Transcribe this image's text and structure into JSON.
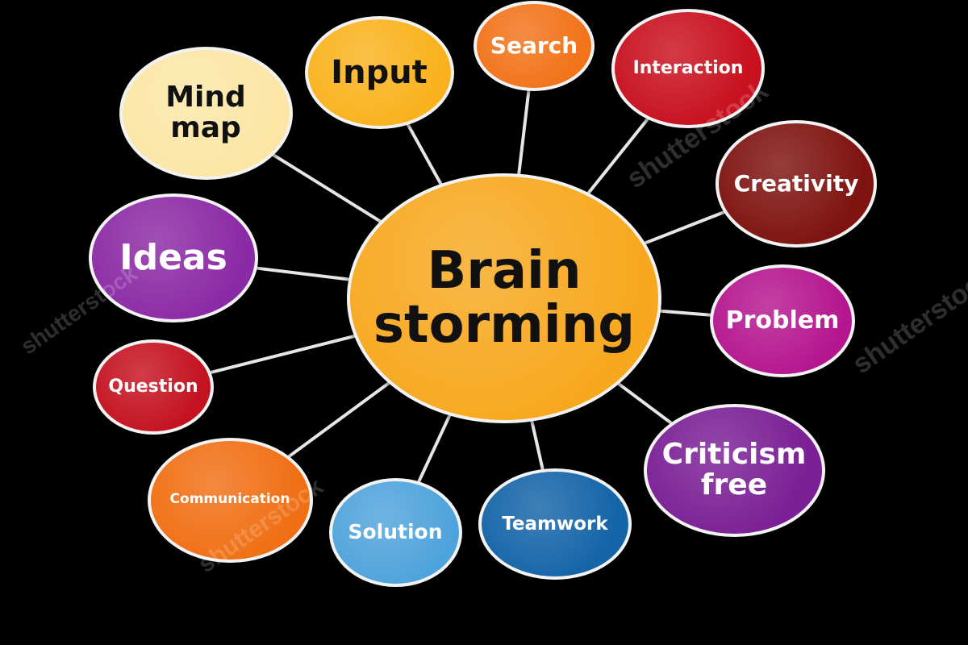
{
  "diagram": {
    "center": {
      "label": "Brain\nstorming",
      "color": "#f7a81f"
    },
    "nodes": [
      {
        "id": "mind-map",
        "label": "Mind\nmap",
        "color": "#fbe6a6",
        "text_color": "#111111"
      },
      {
        "id": "input",
        "label": "Input",
        "color": "#f9b21d",
        "text_color": "#111111"
      },
      {
        "id": "search",
        "label": "Search",
        "color": "#f2731a",
        "text_color": "#ffffff"
      },
      {
        "id": "interaction",
        "label": "Interaction",
        "color": "#c8101e",
        "text_color": "#ffffff"
      },
      {
        "id": "creativity",
        "label": "Creativity",
        "color": "#7e1310",
        "text_color": "#ffffff"
      },
      {
        "id": "problem",
        "label": "Problem",
        "color": "#b5168f",
        "text_color": "#ffffff"
      },
      {
        "id": "criticism-free",
        "label": "Criticism\nfree",
        "color": "#7a1f95",
        "text_color": "#ffffff"
      },
      {
        "id": "teamwork",
        "label": "Teamwork",
        "color": "#1464a8",
        "text_color": "#ffffff"
      },
      {
        "id": "solution",
        "label": "Solution",
        "color": "#4fa3dc",
        "text_color": "#ffffff"
      },
      {
        "id": "communication",
        "label": "Communication",
        "color": "#f06f14",
        "text_color": "#ffffff"
      },
      {
        "id": "question",
        "label": "Question",
        "color": "#c41220",
        "text_color": "#ffffff"
      },
      {
        "id": "ideas",
        "label": "Ideas",
        "color": "#8b2aa5",
        "text_color": "#ffffff"
      }
    ]
  },
  "watermark": {
    "text": "shutterstock"
  }
}
